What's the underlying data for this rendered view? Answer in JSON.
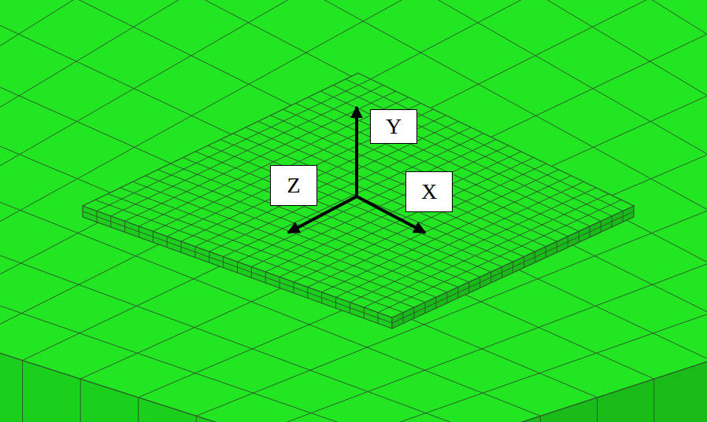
{
  "diagram": {
    "nodes": [
      {
        "text": [
          "Y"
        ]
      },
      {
        "text": [
          "Z"
        ]
      },
      {
        "text": [
          "X"
        ]
      }
    ]
  }
}
